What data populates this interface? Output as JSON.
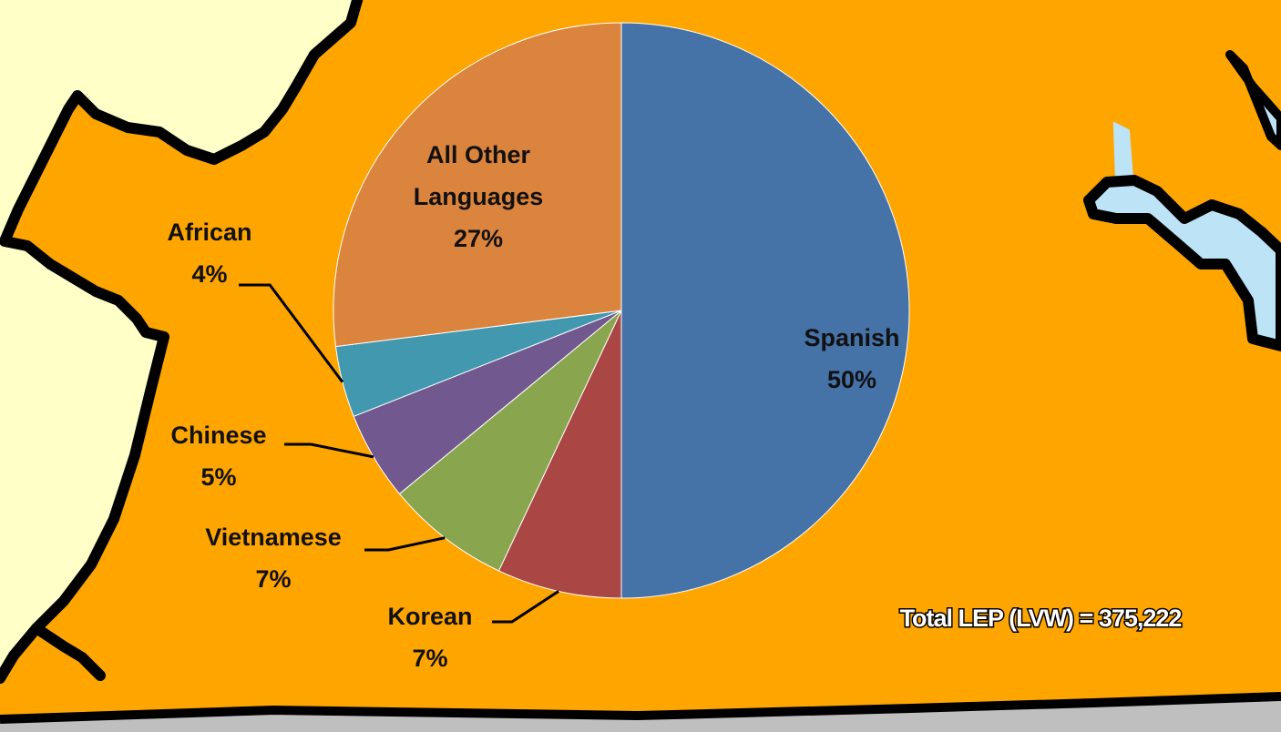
{
  "chart_data": {
    "type": "pie",
    "start_angle_deg": 0,
    "direction": "clockwise",
    "slices": [
      {
        "label": "Spanish",
        "value_label": "50%",
        "value": 50,
        "color": "#4572a7"
      },
      {
        "label": "Korean",
        "value_label": "7%",
        "value": 7,
        "color": "#aa4643"
      },
      {
        "label": "Vietnamese",
        "value_label": "7%",
        "value": 7,
        "color": "#89a54e"
      },
      {
        "label": "Chinese",
        "value_label": "5%",
        "value": 5,
        "color": "#71588f"
      },
      {
        "label": "African",
        "value_label": "4%",
        "value": 4,
        "color": "#4198af"
      },
      {
        "label": "All Other Languages",
        "value_label": "27%",
        "value": 27,
        "color": "#db843d"
      }
    ]
  },
  "annotation": {
    "total_text": "Total LEP (LVW) = 375,222"
  },
  "colors": {
    "region_fill": "#ffa500",
    "neighbor_fill": "#ffffc8",
    "water_fill": "#bde3f7",
    "border": "#000000",
    "shadow_gray": "#bfbfbf"
  }
}
